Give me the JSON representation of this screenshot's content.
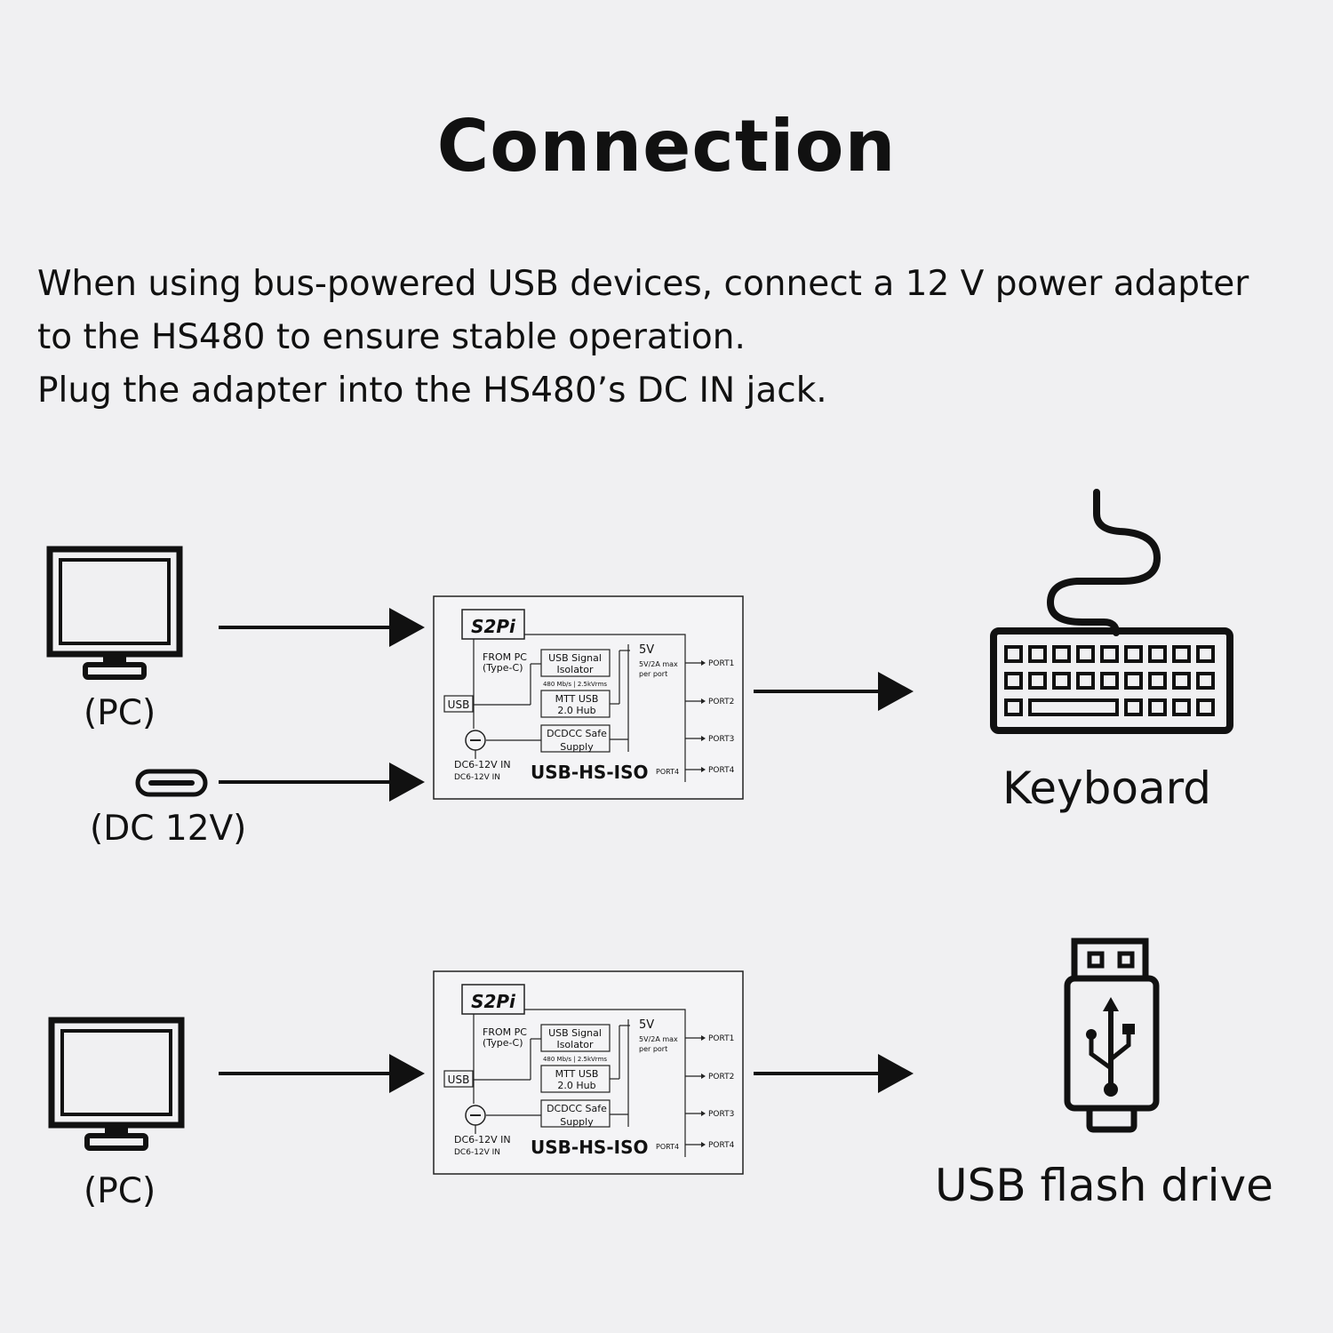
{
  "title": "Connection",
  "description": [
    "When using bus-powered USB devices, connect a 12 V power adapter",
    "to the HS480 to ensure stable operation.",
    "Plug the adapter into the HS480’s DC IN jack."
  ],
  "labels": {
    "pc": "(PC)",
    "dc12v": "(DC 12V)",
    "keyboard": "Keyboard",
    "usb_flash_drive": "USB flash drive"
  },
  "board": {
    "logo": "S2Pi",
    "from_pc_1": "FROM PC",
    "from_pc_2": "(Type-C)",
    "usb": "USB",
    "isolator_1": "USB Signal",
    "isolator_2": "Isolator",
    "isolator_spec": "480 Mb/s | 2.5kVrms",
    "hub_1": "MTT USB",
    "hub_2": "2.0 Hub",
    "supply_1": "DCDCC Safe",
    "supply_2": "Supply",
    "v5": "5V",
    "v5_spec_1": "5V/2A max",
    "v5_spec_2": "per port",
    "port1": "PORT1",
    "port2": "PORT2",
    "port3": "PORT3",
    "port4": "PORT4",
    "port4_small": "PORT4",
    "dc_in_1": "DC6-12V IN",
    "dc_in_2": "DC6-12V IN",
    "model": "USB-HS-ISO"
  },
  "icons": [
    "monitor-icon",
    "usb-c-plug-icon",
    "keyboard-icon",
    "usb-flash-drive-icon",
    "arrow-right-icon"
  ]
}
